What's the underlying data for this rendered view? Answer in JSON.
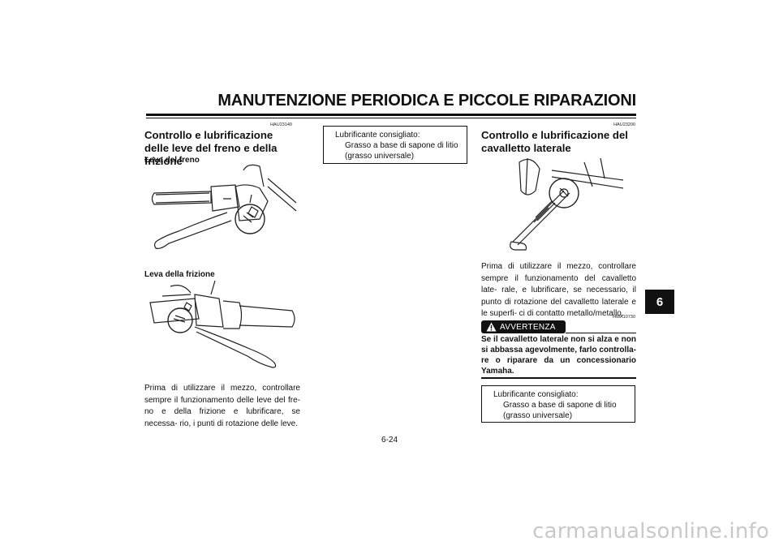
{
  "header": {
    "title": "MANUTENZIONE PERIODICA E PICCOLE RIPARAZIONI"
  },
  "chapter_tab": "6",
  "left_column": {
    "code": "HAU23140",
    "section_title": "Controllo e lubrificazione delle leve del freno e della frizione",
    "brake_lever_label": "Leva del freno",
    "clutch_lever_label": "Leva della frizione",
    "body": "Prima di utilizzare il mezzo, controllare sempre il funzionamento delle leve del fre- no e della frizione e lubrificare, se necessa- rio, i punti di rotazione delle leve."
  },
  "middle_column": {
    "lubricant_box": {
      "line1": "Lubrificante consigliato:",
      "line2": "Grasso a base di sapone di litio",
      "line3": "(grasso universale)"
    }
  },
  "right_column": {
    "code": "HAU23200",
    "section_title": "Controllo e lubrificazione del cavalletto laterale",
    "body": "Prima di utilizzare il mezzo, controllare sempre il funzionamento del cavalletto late- rale, e lubrificare, se necessario, il punto di rotazione del cavalletto laterale e le superfi- ci di contatto metallo/metallo.",
    "warning_code": "HWA10730",
    "warning_label": "AVVERTENZA",
    "warning_text": "Se il cavalletto laterale non si alza e non si abbassa agevolmente, farlo controlla- re o riparare da un concessionario Yamaha.",
    "lubricant_box": {
      "line1": "Lubrificante consigliato:",
      "line2": "Grasso a base di sapone di litio",
      "line3": "(grasso universale)"
    }
  },
  "page_number": "6-24",
  "watermark": "carmanualsonline.info"
}
